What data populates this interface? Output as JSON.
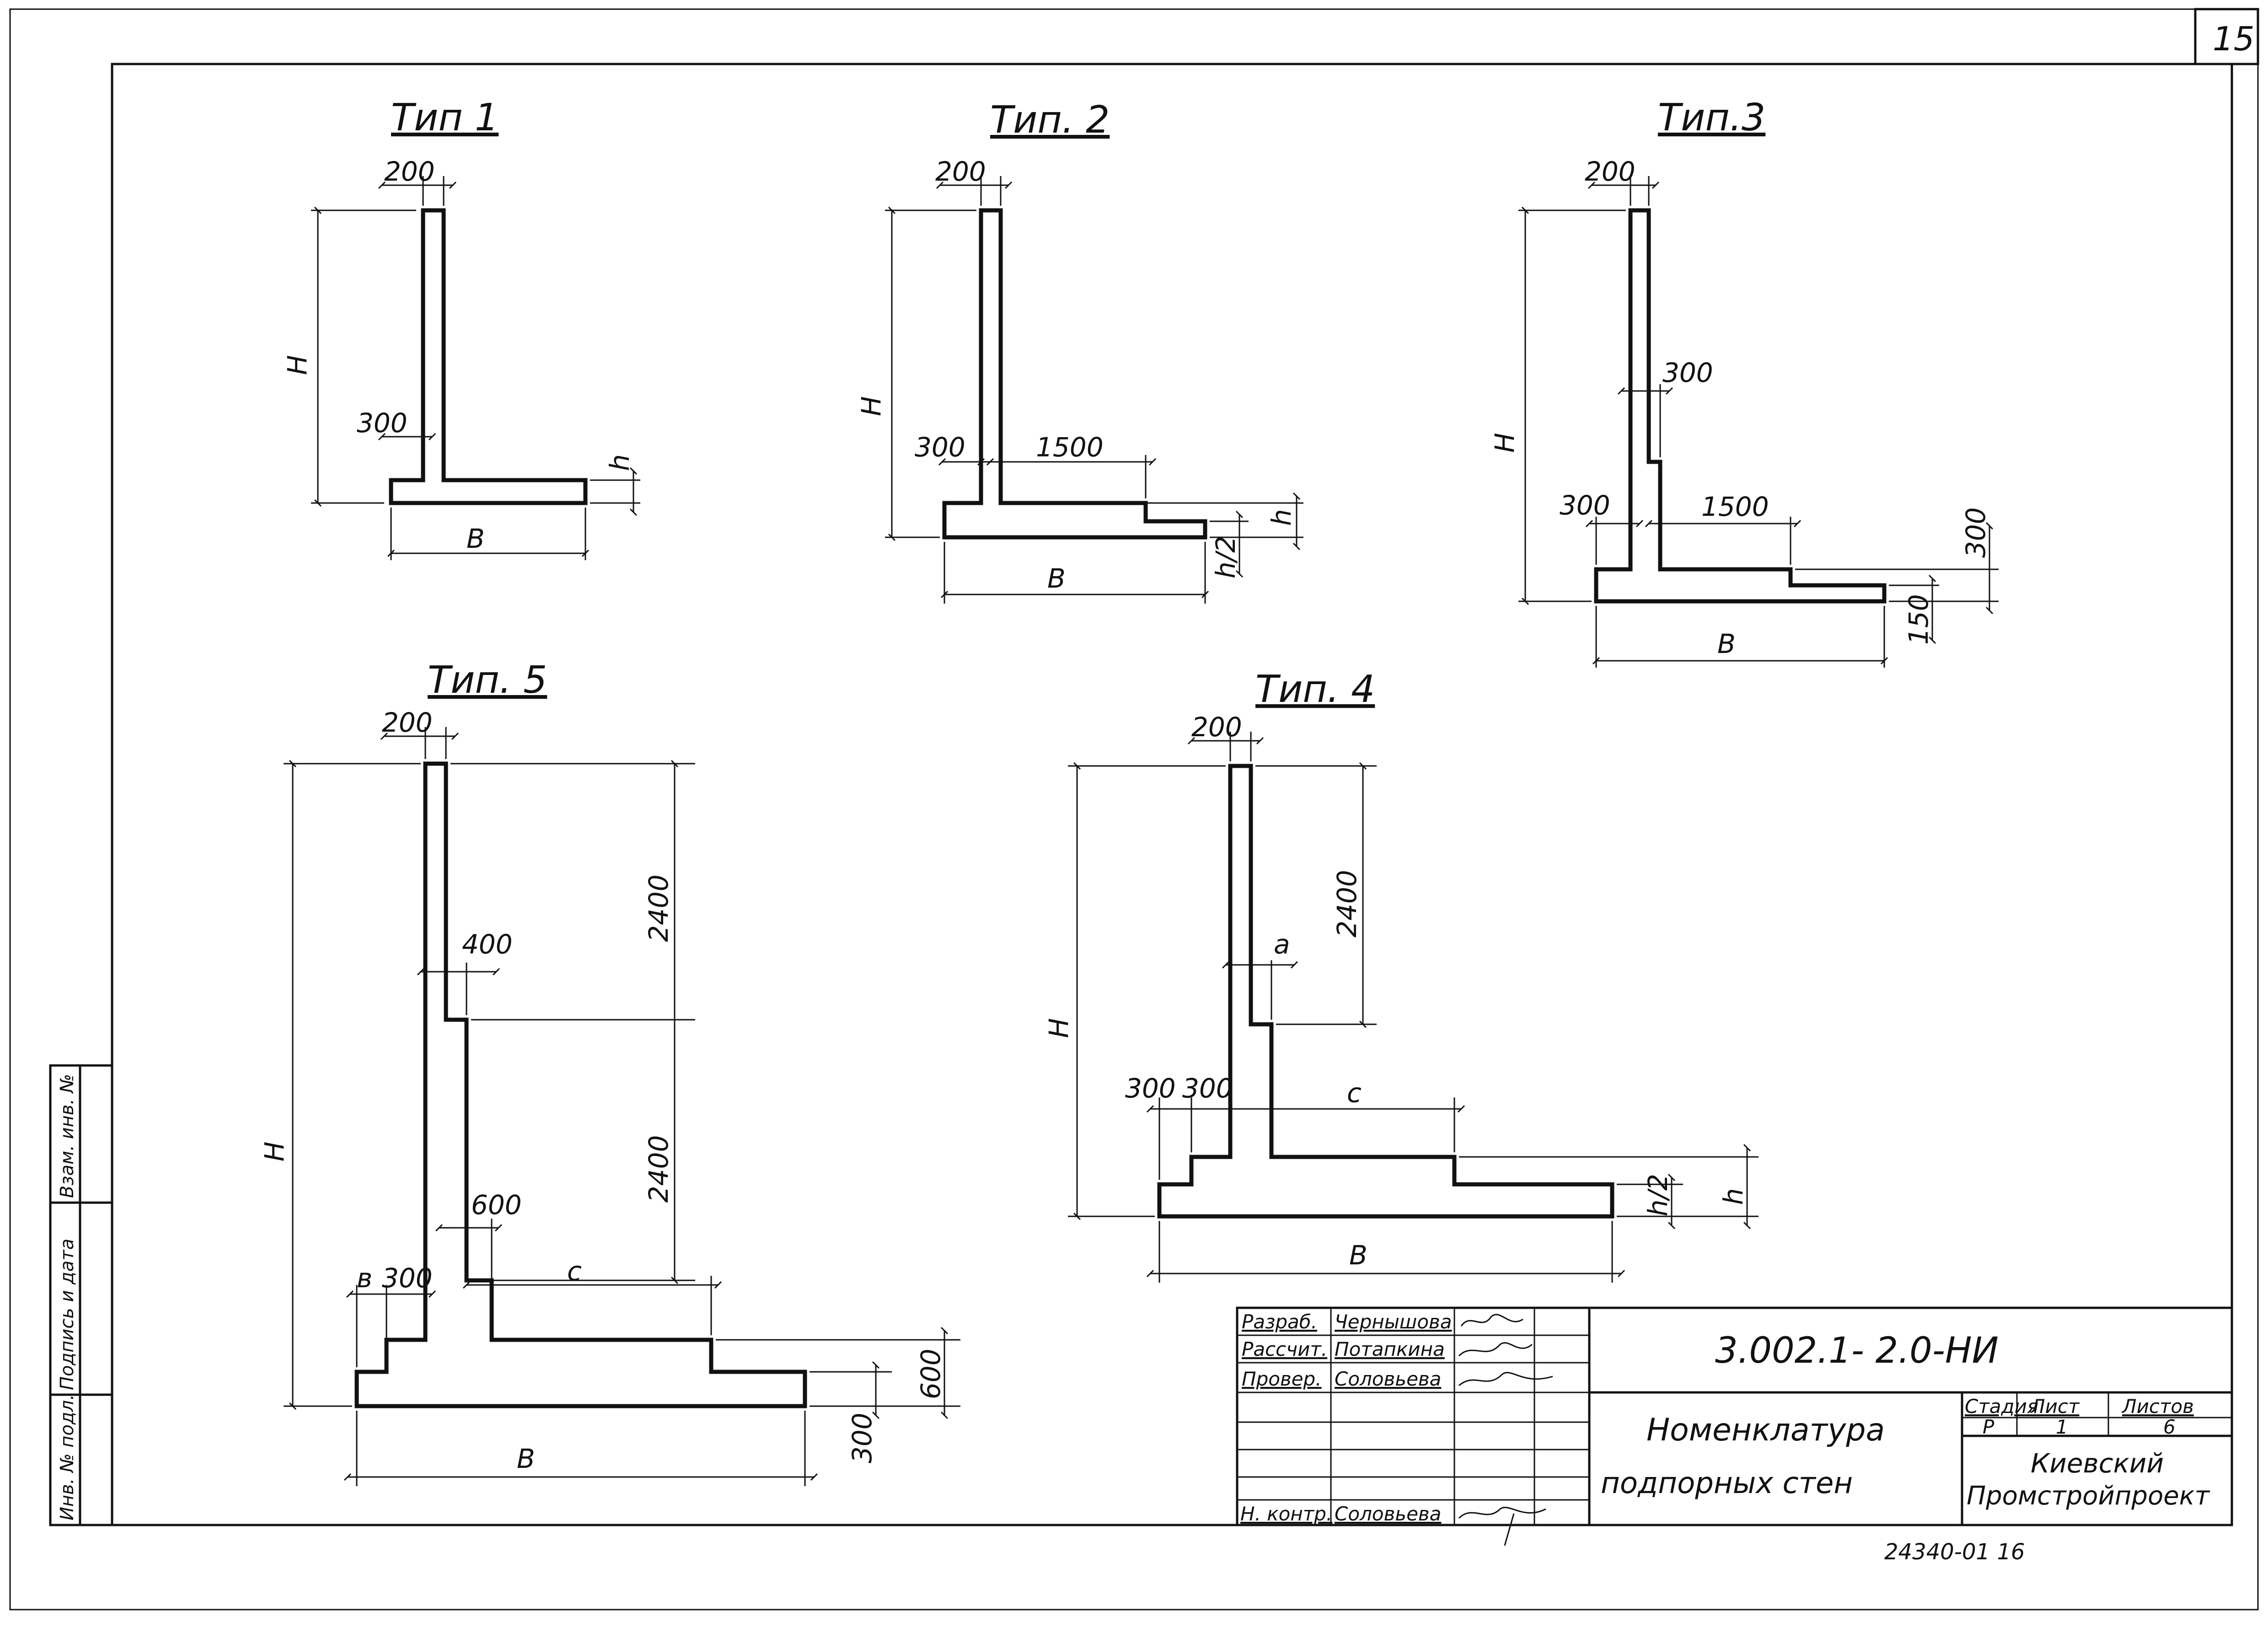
{
  "sheet_number": "15",
  "side_stamp": {
    "inv_no": "Инв. № подл.",
    "sign_date": "Подпись и дата",
    "vzam_inv": "Взам. инв. №"
  },
  "types": {
    "t1": {
      "title": "Тип 1",
      "d_top": "200",
      "d_step": "300",
      "H": "Н",
      "h": "h",
      "B": "В"
    },
    "t2": {
      "title": "Тип. 2",
      "d_top": "200",
      "d_step": "300",
      "d_heel": "1500",
      "H": "Н",
      "h": "h",
      "h2": "h/2",
      "B": "В"
    },
    "t3": {
      "title": "Тип.3",
      "d_top": "200",
      "d_mid": "300",
      "d_step": "300",
      "d_heel": "1500",
      "H": "Н",
      "d_300": "300",
      "d_150": "150",
      "B": "В"
    },
    "t4": {
      "title": "Тип. 4",
      "d_top": "200",
      "d_2400": "2400",
      "a": "а",
      "d_300a": "300",
      "d_300b": "300",
      "c": "с",
      "H": "Н",
      "h2": "h/2",
      "h": "h",
      "B": "В"
    },
    "t5": {
      "title": "Тип. 5",
      "d_top": "200",
      "d_400": "400",
      "d_2400a": "2400",
      "d_2400b": "2400",
      "d_600": "600",
      "b": "в",
      "d_300": "300",
      "c": "с",
      "H": "Н",
      "d_300v": "300",
      "d_600v": "600",
      "B": "В"
    }
  },
  "title_block": {
    "roles": [
      "Разраб.",
      "Рассчит.",
      "Провер.",
      "",
      "",
      "",
      "Н. контр."
    ],
    "names": [
      "Чернышова",
      "Потапкина",
      "Соловьева",
      "",
      "",
      "",
      "Соловьева"
    ],
    "doc_code": "3.002.1- 2.0-НИ",
    "title_line1": "Номенклатура",
    "title_line2": "подпорных   стен",
    "stage_label": "Стадия",
    "sheet_label": "Лист",
    "sheets_label": "Листов",
    "stage": "Р",
    "sheet": "1",
    "sheets": "6",
    "org_line1": "Киевский",
    "org_line2": "Промстройпроект"
  },
  "archive_number": "24340-01   16"
}
